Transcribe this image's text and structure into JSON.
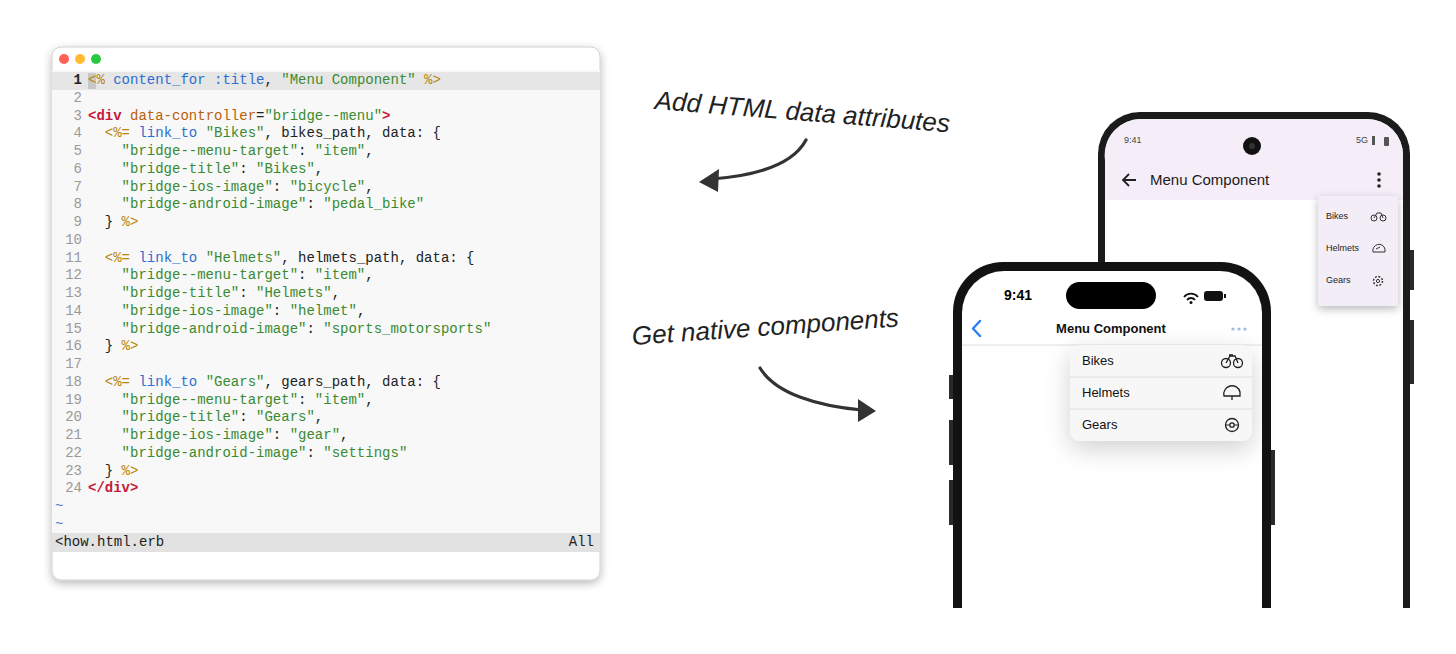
{
  "diagram": {
    "nodes": [
      {
        "text": [
          "<% content_for :title, \"Menu Component\" %>",
          "<div data-controller=\"bridge--menu\">",
          "  <%= link_to \"Bikes\", bikes_path, data: {",
          "    \"bridge--menu-target\": \"item\",",
          "    \"bridge-title\": \"Bikes\",",
          "    \"bridge-ios-image\": \"bicycle\",",
          "    \"bridge-android-image\": \"pedal_bike\"",
          "  } %>",
          "  <%= link_to \"Helmets\", helmets_path, data: {",
          "    \"bridge--menu-target\": \"item\",",
          "    \"bridge-title\": \"Helmets\",",
          "    \"bridge-ios-image\": \"helmet\",",
          "    \"bridge-android-image\": \"sports_motorsports\"",
          "  } %>",
          "  <%= link_to \"Gears\", gears_path, data: {",
          "    \"bridge--menu-target\": \"item\",",
          "    \"bridge-title\": \"Gears\",",
          "    \"bridge-ios-image\": \"gear\",",
          "    \"bridge-android-image\": \"settings\"",
          "  } %>",
          "</div>"
        ]
      },
      {
        "text": [
          "9:41",
          "5G",
          "Menu Component"
        ]
      },
      {
        "text": [
          "Bikes",
          "Helmets",
          "Gears"
        ],
        "in": 1
      },
      {
        "text": [
          "9:41",
          "Menu Component"
        ]
      },
      {
        "text": [
          "Bikes",
          "Helmets",
          "Gears"
        ],
        "in": 3
      }
    ],
    "labels": [
      "1",
      "2",
      "3",
      "4",
      "5",
      "6",
      "7",
      "8",
      "9",
      "10",
      "11",
      "12",
      "13",
      "14",
      "15",
      "16",
      "17",
      "18",
      "19",
      "20",
      "21",
      "22",
      "23",
      "24",
      "~",
      "~",
      "<how.html.erb",
      "All",
      "Add HTML data attributes",
      "Get native components"
    ]
  }
}
